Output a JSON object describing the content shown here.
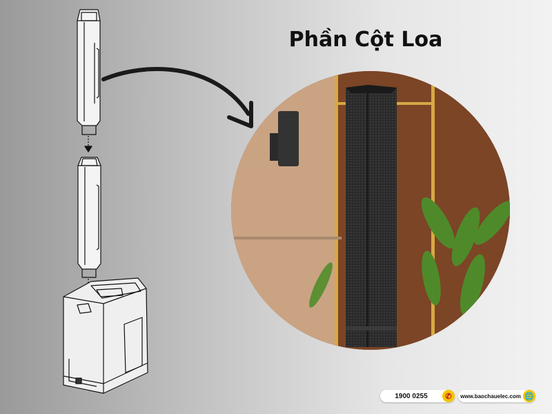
{
  "title": "Phần Cột Loa",
  "contact": {
    "phone": "1900 0255",
    "website": "www.baochauelec.com"
  },
  "icons": {
    "phone": "phone-icon",
    "website": "globe-icon",
    "arrow": "curved-arrow-icon"
  },
  "colors": {
    "accent": "#f5c400",
    "icon_red": "#c8102e",
    "speaker": "#2e2e2e",
    "wood": "#7a4a2c"
  }
}
